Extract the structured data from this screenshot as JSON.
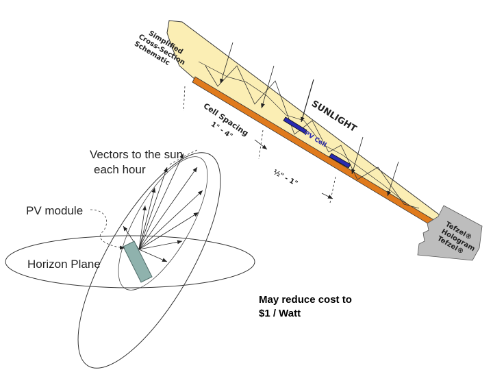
{
  "labels": {
    "schematic_line1": "Simplified",
    "schematic_line2": "Cross-Section",
    "schematic_line3": "Schematic",
    "sunlight": "SUNLIGHT",
    "cell_spacing": "Cell Spacing",
    "cell_spacing_range": "1\" - 4\"",
    "pv_cell": "PV Cell",
    "cell_width_range": "½\" - 1\"",
    "vectors_line1": "Vectors to the sun",
    "vectors_line2": "each hour",
    "pv_module": "PV module",
    "horizon_plane": "Horizon Plane",
    "layer_top": "Tefzel®",
    "layer_mid": "Hologram",
    "layer_bottom": "Tefzel®",
    "cost_line1": "May reduce cost to",
    "cost_line2": "$1 / Watt"
  },
  "colors": {
    "glass_fill": "#fbeeb4",
    "backing_fill": "#e07a1c",
    "cell_fill": "#2a2ab0",
    "module_fill": "#8fb2ad",
    "hatch_gray": "#bdbdbd"
  }
}
